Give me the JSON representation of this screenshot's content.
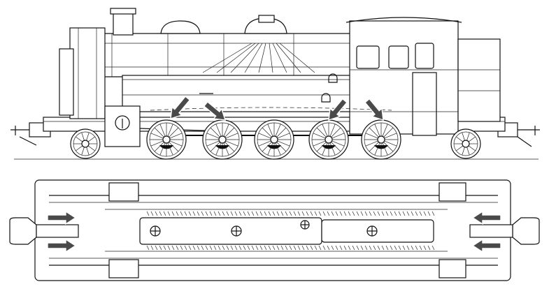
{
  "figure": {
    "views": [
      "side-elevation",
      "underside-plan"
    ],
    "colors": {
      "line": "#111111",
      "background": "#ffffff",
      "arrow": "#4a4a4a"
    },
    "side_view": {
      "coupled_wheels": 5,
      "carrying_wheels": 2,
      "arrows": 4
    },
    "bottom_view": {
      "arrows": 4
    }
  }
}
